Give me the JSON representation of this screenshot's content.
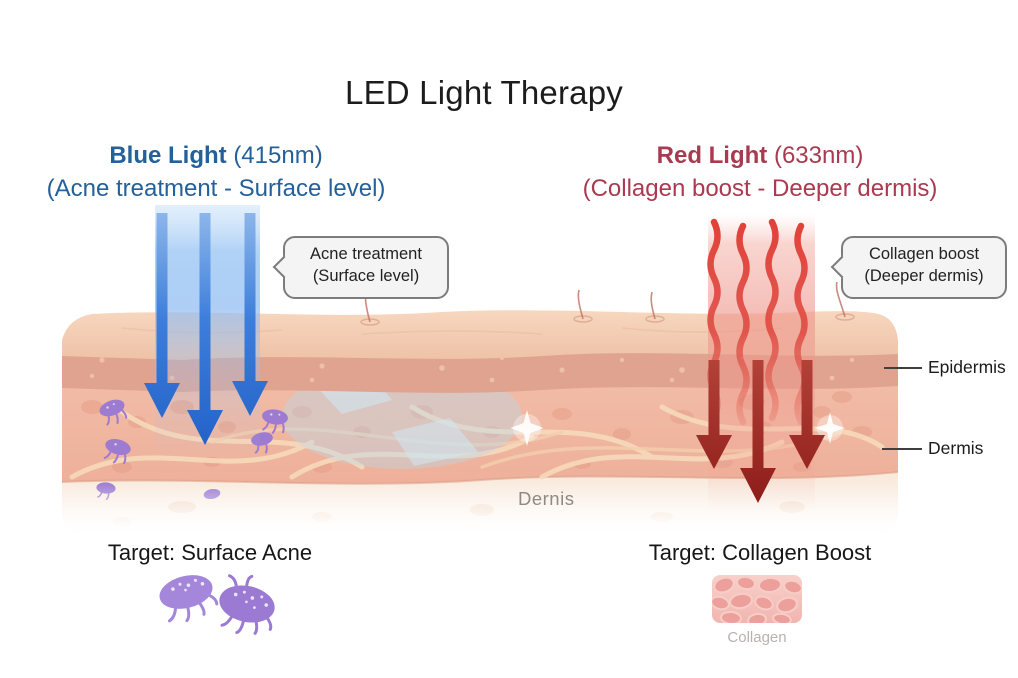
{
  "title": "LED Light Therapy",
  "colors": {
    "blue_accent": "#24619b",
    "red_accent": "#a93a50",
    "blue_arrow": "#2e6fd2",
    "red_arrow": "#9a221e",
    "red_wave": "#dd4038",
    "text_dark": "#1c1c1c",
    "muted_gray": "#8f8a85",
    "caption_gray": "#b9b1ae",
    "callout_bg": "#f4f4f4",
    "callout_border": "#7c7c7c",
    "bacteria_purple": "#9c7bd1",
    "collagen_pink": "#f3bcb6",
    "skin_surface": "#f4cfb4",
    "epidermis_band": "#e0a38f",
    "dermis_band": "#f0b8a2"
  },
  "blue_section": {
    "heading_bold": "Blue Light",
    "heading_paren": "(415nm)",
    "subheading": "(Acne treatment - Surface level)",
    "callout": {
      "line1": "Acne treatment",
      "line2": "(Surface level)"
    },
    "target_label": "Target: Surface Acne",
    "target_icon": "bacteria-icon"
  },
  "red_section": {
    "heading_bold": "Red Light",
    "heading_paren": "(633nm)",
    "subheading": "(Collagen boost - Deeper dermis)",
    "callout": {
      "line1": "Collagen boost",
      "line2": "(Deeper dermis)"
    },
    "target_label": "Target: Collagen Boost",
    "target_icon": "collagen-texture-icon",
    "icon_caption": "Collagen"
  },
  "skin_diagram": {
    "label_epidermis": "Epidermis",
    "label_dermis": "Dermis",
    "watermark": "Dernis"
  }
}
